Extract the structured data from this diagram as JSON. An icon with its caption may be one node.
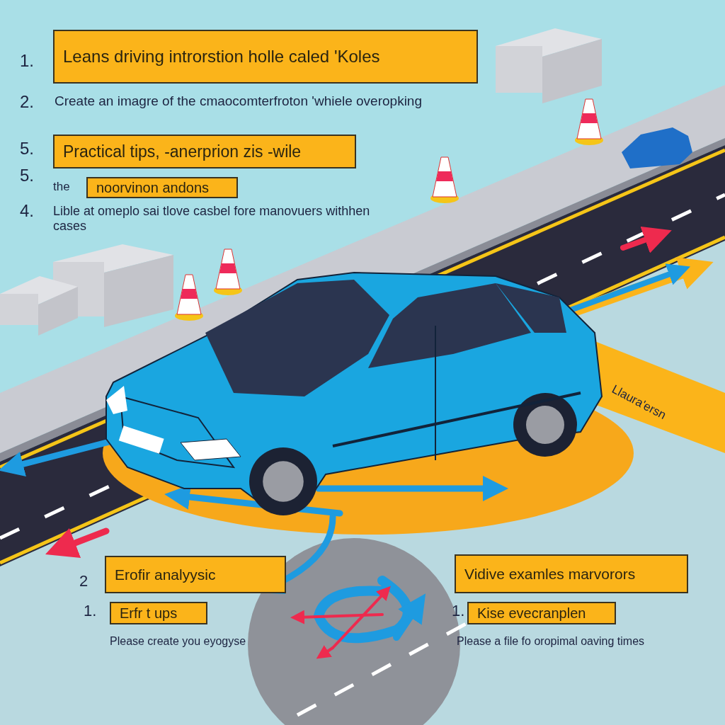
{
  "diagram": {
    "nodes": [
      {
        "text": [
          "Leans driving introrstion holle caled 'Koles"
        ]
      },
      {
        "text": [
          "Practical tips, -anerprion zis -wile"
        ]
      },
      {
        "text": [
          "noorvinon andons"
        ]
      },
      {
        "text": [
          "Erofir analyysic"
        ]
      },
      {
        "text": [
          "Erfr t ups"
        ]
      },
      {
        "text": [
          "Vidive examles marvorors"
        ]
      },
      {
        "text": [
          "Kise evecranplen"
        ]
      }
    ],
    "labels": [
      "1.",
      "2.",
      "Create an imagre of the cmaocomterfroton 'whiele overopking",
      "5.",
      "5.",
      "the",
      "4.",
      "Lible at omeplo sai tlove casbel fore manovuers withhen cases",
      "Llaura'ersn",
      "2",
      "1.",
      "Please create you eyogyse",
      "1.",
      "Please a file fo oropimal oaving times"
    ]
  }
}
